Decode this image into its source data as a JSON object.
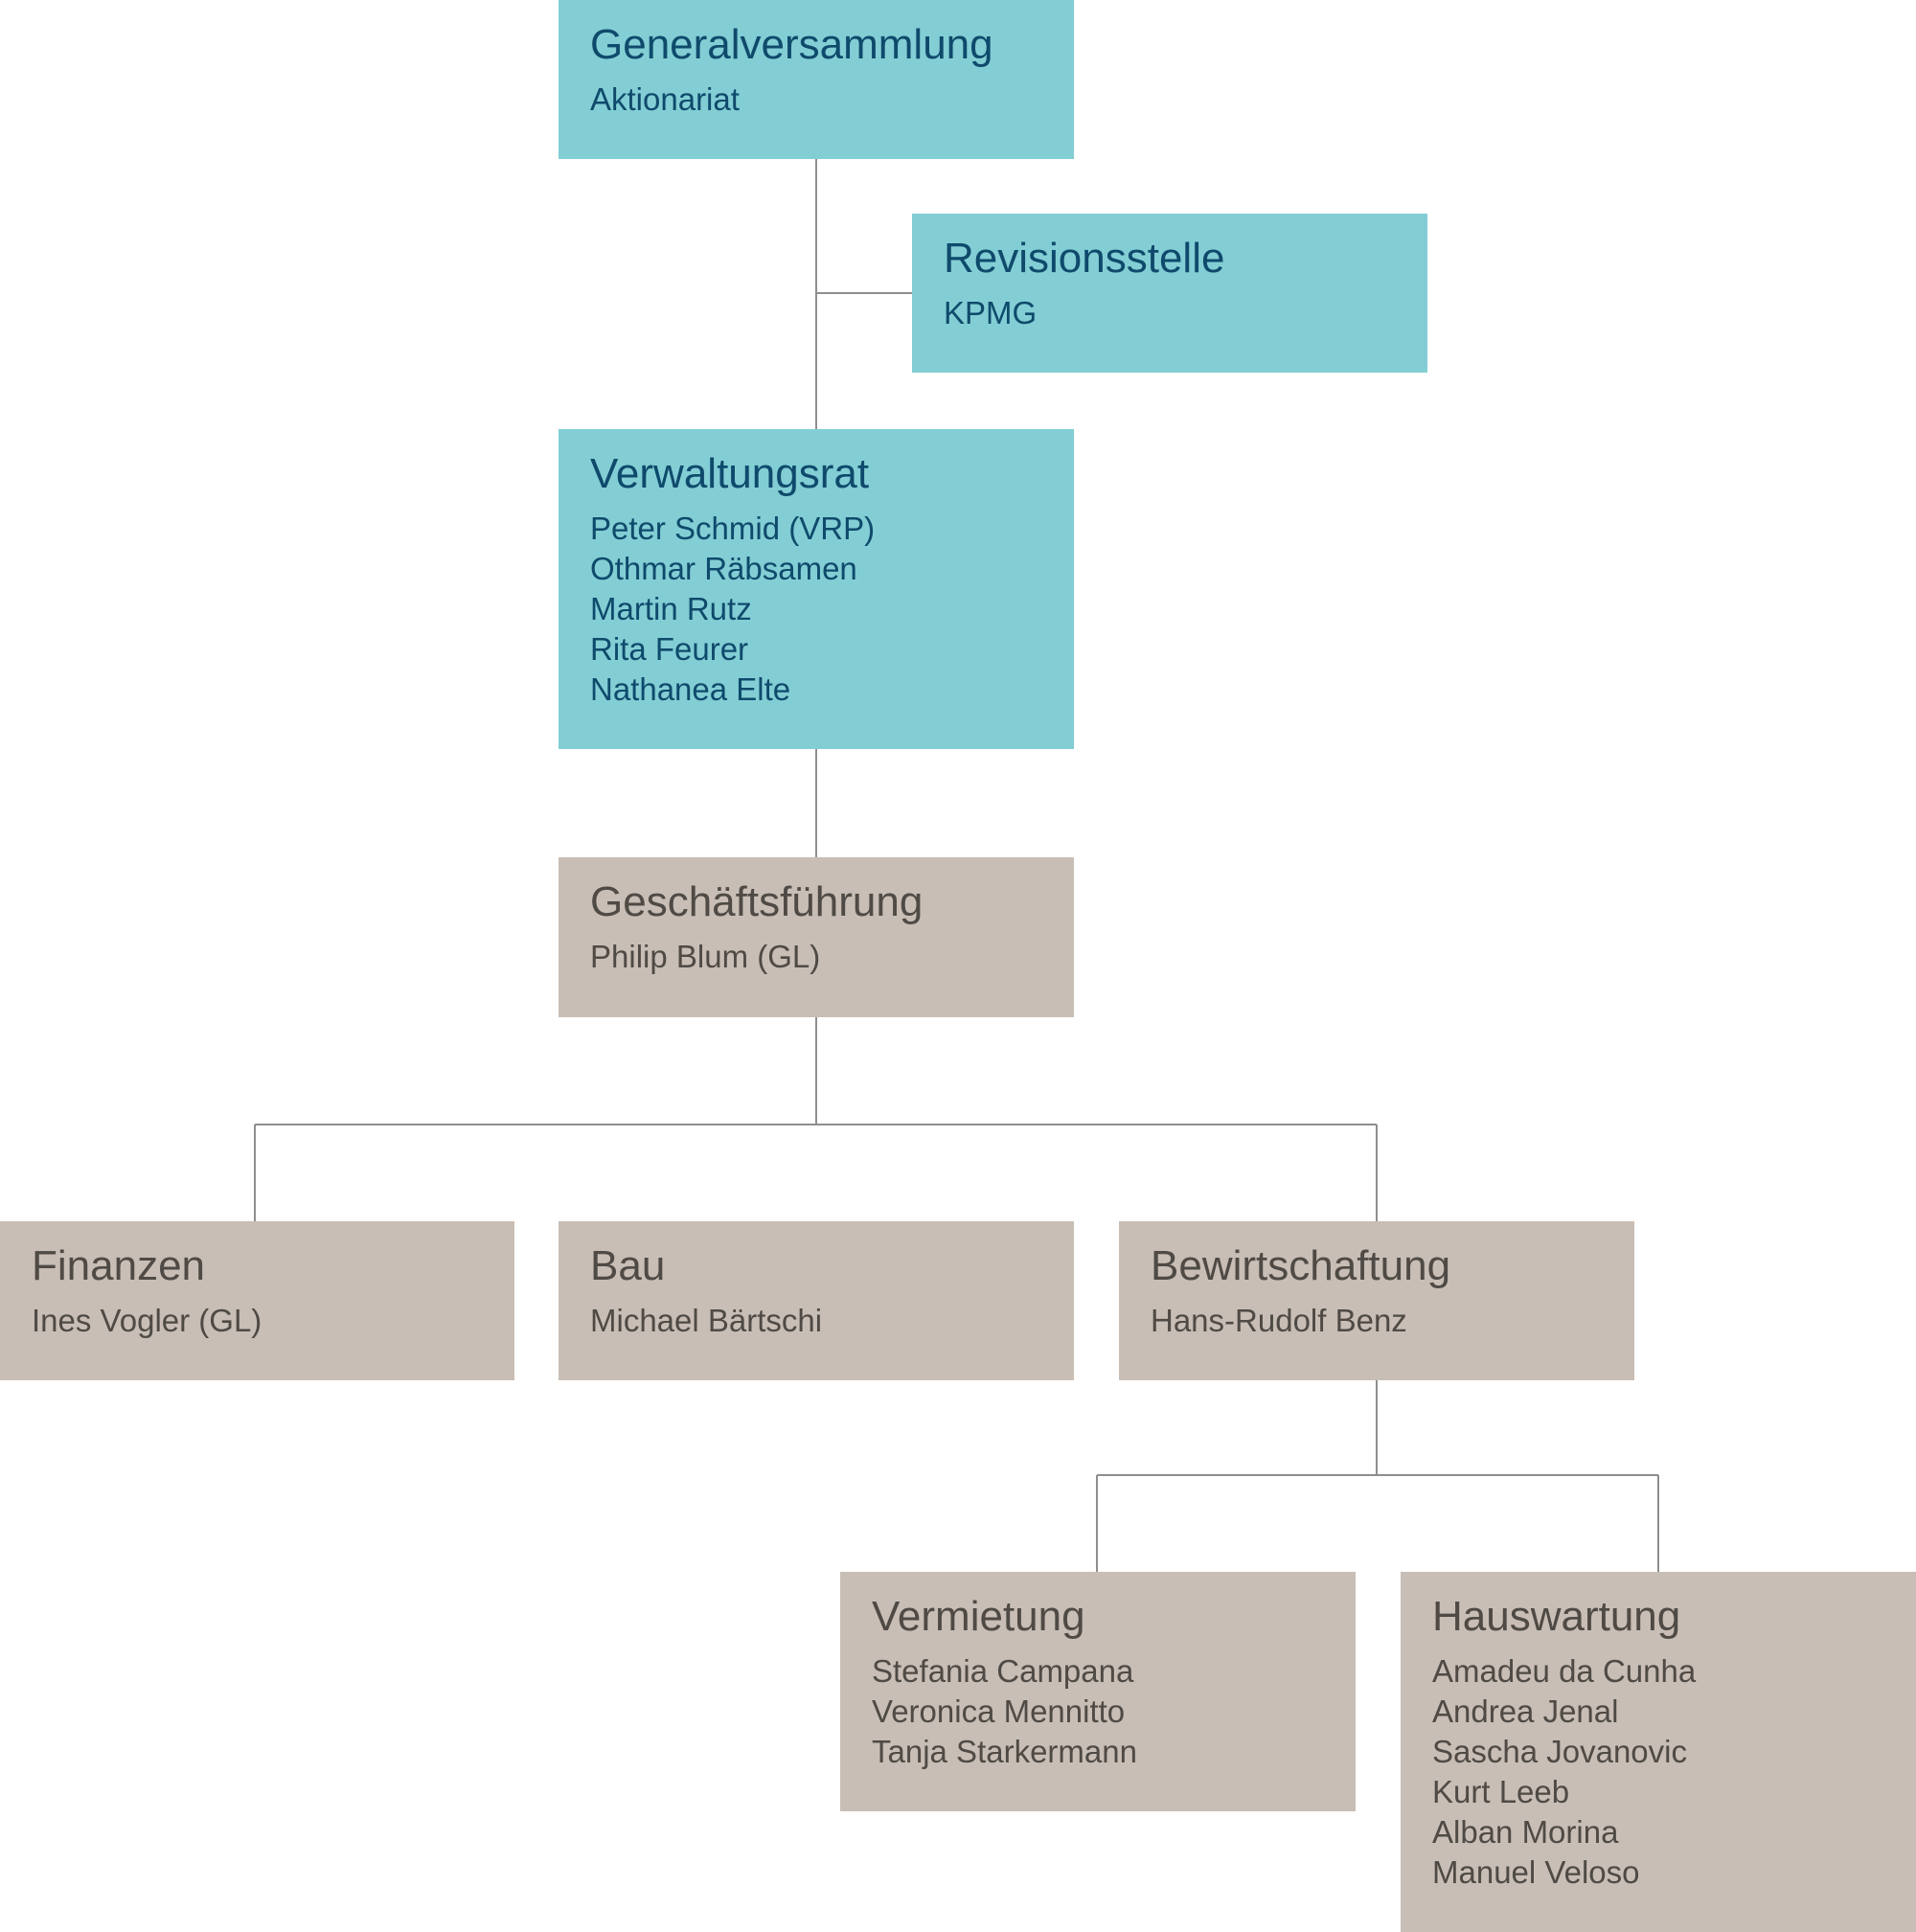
{
  "colors": {
    "governance": "#82ced4",
    "operations": "#c8beb5",
    "connector": "#8e8e8e"
  },
  "boxes": [
    {
      "id": "generalversammlung",
      "title": "Generalversammlung",
      "members": [
        "Aktionariat"
      ]
    },
    {
      "id": "revisionsstelle",
      "title": "Revisionsstelle",
      "members": [
        "KPMG"
      ]
    },
    {
      "id": "verwaltungsrat",
      "title": "Verwaltungsrat",
      "members": [
        "Peter Schmid (VRP)",
        "Othmar Räbsamen",
        "Martin Rutz",
        "Rita Feurer",
        "Nathanea Elte"
      ]
    },
    {
      "id": "geschaeftsfuehrung",
      "title": "Geschäftsführung",
      "members": [
        "Philip Blum (GL)"
      ]
    },
    {
      "id": "finanzen",
      "title": "Finanzen",
      "members": [
        "Ines Vogler (GL)"
      ]
    },
    {
      "id": "bau",
      "title": "Bau",
      "members": [
        "Michael Bärtschi"
      ]
    },
    {
      "id": "bewirtschaftung",
      "title": "Bewirtschaftung",
      "members": [
        "Hans-Rudolf Benz"
      ]
    },
    {
      "id": "vermietung",
      "title": "Vermietung",
      "members": [
        "Stefania Campana",
        "Veronica Mennitto",
        "Tanja Starkermann"
      ]
    },
    {
      "id": "hauswartung",
      "title": "Hauswartung",
      "members": [
        "Amadeu da Cunha",
        "Andrea Jenal",
        "Sascha Jovanovic",
        "Kurt Leeb",
        "Alban Morina",
        "Manuel Veloso"
      ]
    }
  ]
}
